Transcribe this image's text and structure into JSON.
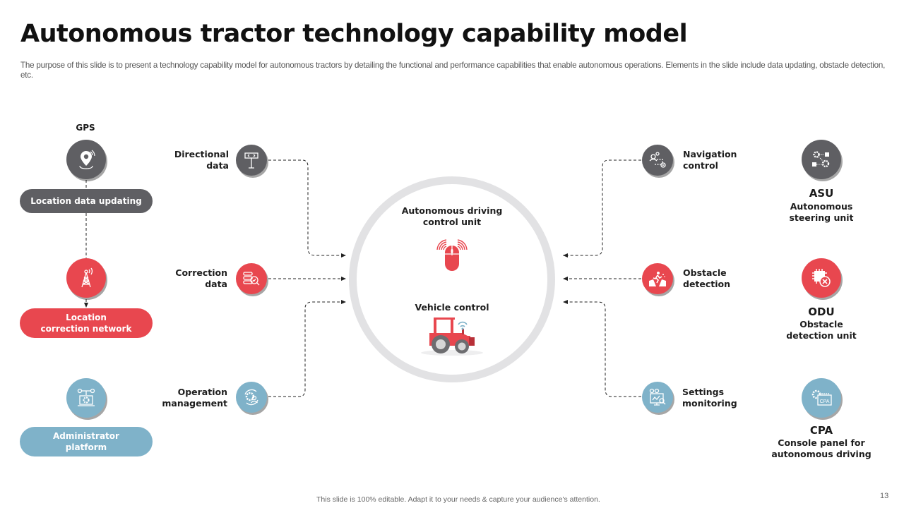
{
  "slide": {
    "title": "Autonomous tractor technology capability model",
    "subtitle": "The purpose of this slide is to present a technology capability model for autonomous tractors by detailing the functional and performance capabilities that enable autonomous operations. Elements in the slide include data updating, obstacle detection, etc.",
    "footer": "This slide is 100% editable.  Adapt it to your needs & capture your audience's attention.",
    "page_number": "13"
  },
  "colors": {
    "gray": "#5f5f63",
    "red": "#e8474f",
    "blue": "#7fb2c9",
    "ring": "#e2e2e4",
    "text": "#1a1a1a"
  },
  "left_column": {
    "gps_label": "GPS",
    "items": [
      {
        "icon": "location-pin-icon",
        "pill": "Location data updating",
        "color": "gray"
      },
      {
        "icon": "signal-tower-icon",
        "pill": "Location\ncorrection network",
        "color": "red"
      },
      {
        "icon": "admin-laptop-gear-icon",
        "pill": "Administrator\nplatform",
        "color": "blue"
      }
    ]
  },
  "inputs_left": [
    {
      "label": "Directional\ndata",
      "icon": "signpost-icon",
      "color": "gray"
    },
    {
      "label": "Correction\ndata",
      "icon": "database-search-icon",
      "color": "red"
    },
    {
      "label": "Operation\nmanagement",
      "icon": "gear-user-icon",
      "color": "blue"
    }
  ],
  "center": {
    "top_label": "Autonomous driving\ncontrol unit",
    "top_icon": "wireless-mouse-icon",
    "bottom_label": "Vehicle control",
    "bottom_icon": "tractor-icon"
  },
  "inputs_right": [
    {
      "label": "Navigation\ncontrol",
      "icon": "route-navigation-icon",
      "color": "gray"
    },
    {
      "label": "Obstacle\ndetection",
      "icon": "hurdle-runner-icon",
      "color": "red"
    },
    {
      "label": "Settings\nmonitoring",
      "icon": "monitor-settings-icon",
      "color": "blue"
    }
  ],
  "right_column": [
    {
      "abbr": "ASU",
      "desc": "Autonomous\nsteering unit",
      "icon": "gears-network-icon",
      "color": "gray"
    },
    {
      "abbr": "ODU",
      "desc": "Obstacle\ndetection unit",
      "icon": "chip-error-icon",
      "color": "red"
    },
    {
      "abbr": "CPA",
      "desc": "Console panel for\nautonomous driving",
      "icon": "cpa-panel-gear-icon",
      "color": "blue",
      "icon_text": "CPA"
    }
  ]
}
